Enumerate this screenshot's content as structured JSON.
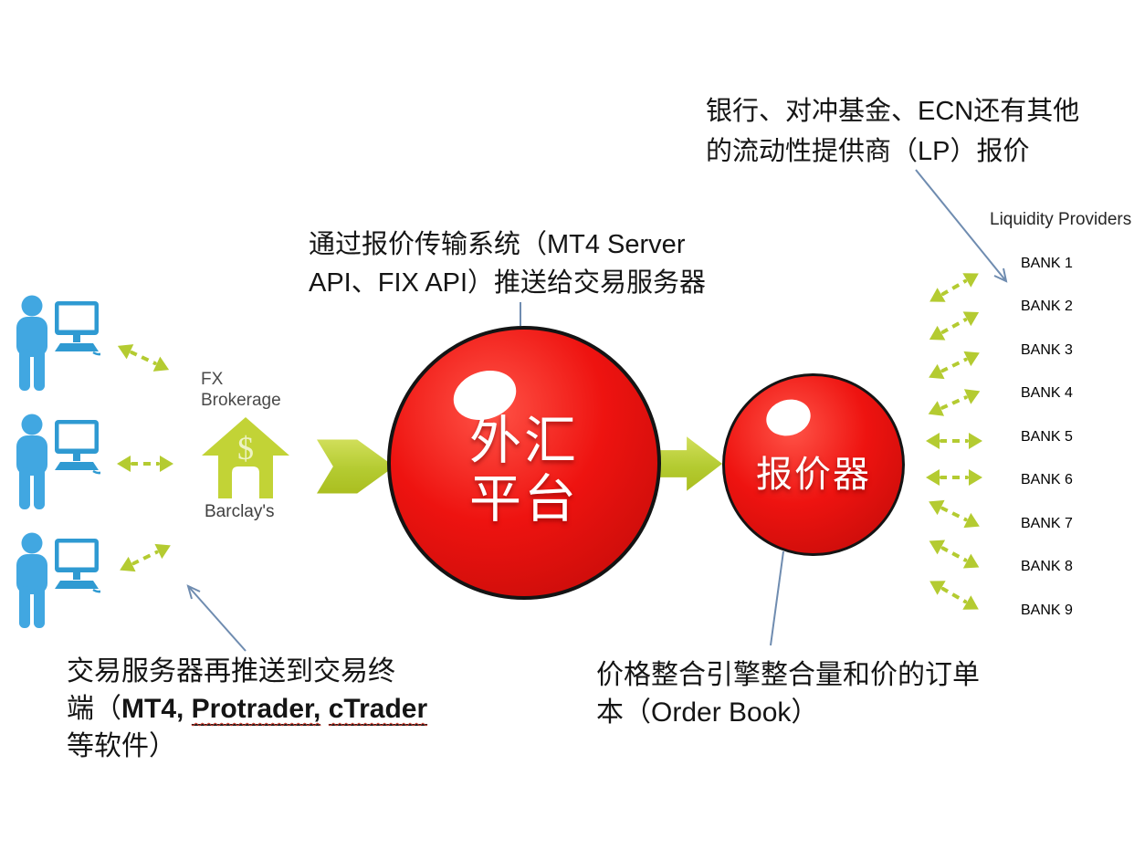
{
  "colors": {
    "red": "#ee1310",
    "red-dark": "#c40c09",
    "green": "#b4cb31",
    "orange-dark": "#ea8d18",
    "orange-border": "#d07d15",
    "blue-line": "#6f8cb0",
    "squiggle": "#cf3a2c"
  },
  "notes": {
    "top_right": {
      "line1": "银行、对冲基金、ECN还有其他",
      "line2": "的流动性提供商（LP）报价"
    },
    "quote_feed": {
      "line1": "通过报价传输系统（MT4 Server",
      "line2": "API、FIX API）推送给交易服务器"
    },
    "terminal_push": {
      "line1": "交易服务器再推送到交易终",
      "line2_prefix": "端（",
      "line2_mt4": "MT4, ",
      "line2_u1": "Protrader,",
      "line2_sp": " ",
      "line2_u2": "cTrader",
      "line3": "等软件）"
    },
    "order_book": {
      "line1": "价格整合引擎整合量和价的订单",
      "line2": "本（Order Book）"
    }
  },
  "brokerage": {
    "title_line1": "FX",
    "title_line2": "Brokerage",
    "name": "Barclay's",
    "currency_symbol": "$"
  },
  "platform_sphere": {
    "line1": "外汇",
    "line2": "平台"
  },
  "quoter_sphere": {
    "label": "报价器"
  },
  "liquidity_providers": {
    "title": "Liquidity Providers",
    "banks": [
      "BANK 1",
      "BANK 2",
      "BANK 3",
      "BANK 4",
      "BANK 5",
      "BANK 6",
      "BANK 7",
      "BANK 8",
      "BANK 9"
    ]
  }
}
